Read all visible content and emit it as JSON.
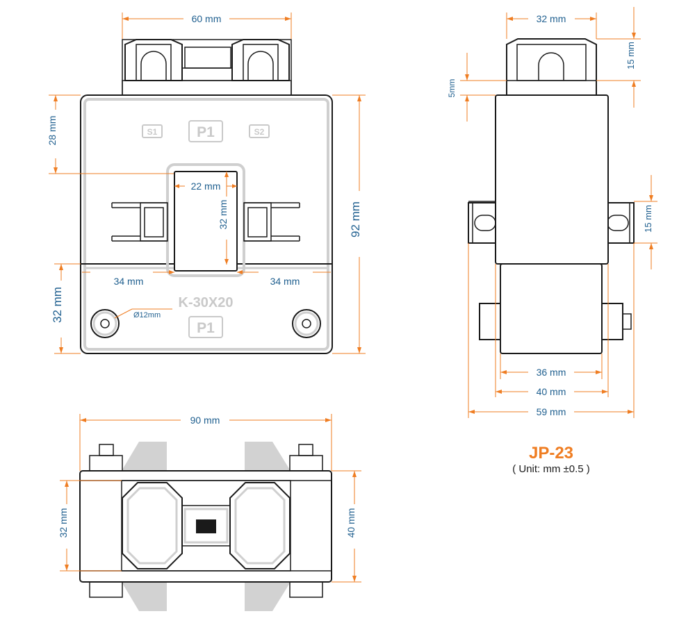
{
  "model": "JP-23",
  "unit_note": "( Unit: mm ±0.5 )",
  "front_view": {
    "top_width": "60 mm",
    "body_height": "92 mm",
    "upper_offset": "28 mm",
    "lower_height": "32 mm",
    "window_width": "22 mm",
    "window_height": "32 mm",
    "left_offset": "34 mm",
    "right_offset": "34 mm",
    "hole_diameter": "Ø12mm",
    "model_marking": "K-30X20",
    "markings": {
      "s1": "S1",
      "p1_top": "P1",
      "s2": "S2",
      "p1_bottom": "P1"
    }
  },
  "side_view": {
    "top_width": "32 mm",
    "cap_height": "15 mm",
    "cap_step": "5mm",
    "clip_height": "15 mm",
    "base_inner": "36 mm",
    "base_outer": "40 mm",
    "overall": "59 mm"
  },
  "bottom_view": {
    "width": "90 mm",
    "inner_height": "32 mm",
    "outer_height": "40 mm"
  },
  "colors": {
    "dimension_line": "#ef7d22",
    "dimension_text": "#1f5f8f",
    "outline": "#1a1a1a",
    "marking": "#c9c9c9"
  }
}
